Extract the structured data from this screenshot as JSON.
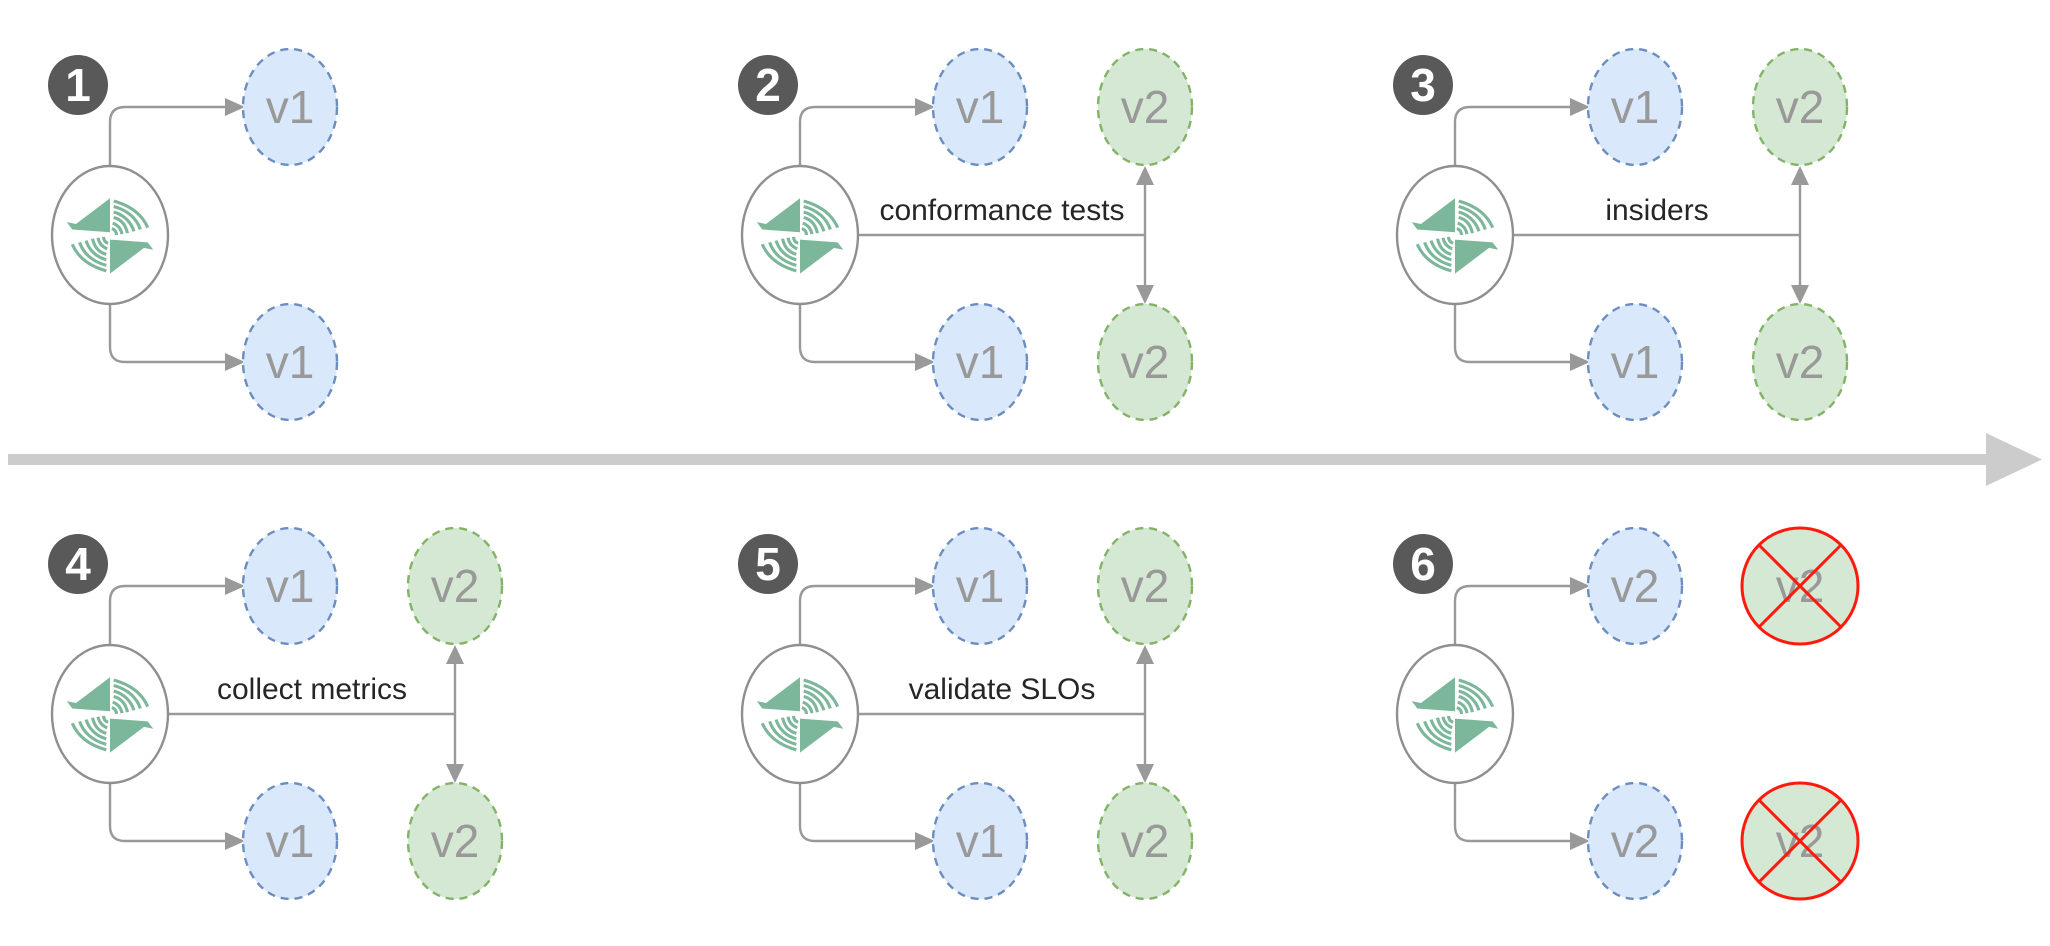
{
  "diagram": {
    "description_labels": {
      "primary_version_stage1": "v1",
      "final_version_stage6": "v2"
    },
    "icons": {
      "router": "dual-flags-logo-icon",
      "timeline": "timeline-arrow-icon",
      "terminated": "red-cross-icon"
    },
    "colors": {
      "background": "#ffffff",
      "badge_fill": "#595959",
      "badge_text": "#ffffff",
      "node_blue_fill": "#dae8fc",
      "node_blue_stroke": "#6c8ebf",
      "node_green_fill": "#d5e8d4",
      "node_green_stroke": "#82b366",
      "node_text": "#999999",
      "line": "#999999",
      "label_text": "#262626",
      "logo_green": "#7db79b",
      "logo_stroke": "#8f8f8f",
      "terminated_stroke": "#ff1a0d",
      "timeline": "#cccccc"
    },
    "panels": [
      {
        "number": "1",
        "label": "",
        "nodes_left": [
          "v1",
          "v1"
        ],
        "nodes_right": []
      },
      {
        "number": "2",
        "label": "conformance tests",
        "nodes_left": [
          "v1",
          "v1"
        ],
        "nodes_right": [
          "v2",
          "v2"
        ]
      },
      {
        "number": "3",
        "label": "insiders",
        "nodes_left": [
          "v1",
          "v1"
        ],
        "nodes_right": [
          "v2",
          "v2"
        ]
      },
      {
        "number": "4",
        "label": "collect metrics",
        "nodes_left": [
          "v1",
          "v1"
        ],
        "nodes_right": [
          "v2",
          "v2"
        ]
      },
      {
        "number": "5",
        "label": "validate SLOs",
        "nodes_left": [
          "v1",
          "v1"
        ],
        "nodes_right": [
          "v2",
          "v2"
        ]
      },
      {
        "number": "6",
        "label": "",
        "nodes_left": [
          "v2",
          "v2"
        ],
        "nodes_right": [
          "v2",
          "v2"
        ],
        "right_terminated": true
      }
    ]
  }
}
